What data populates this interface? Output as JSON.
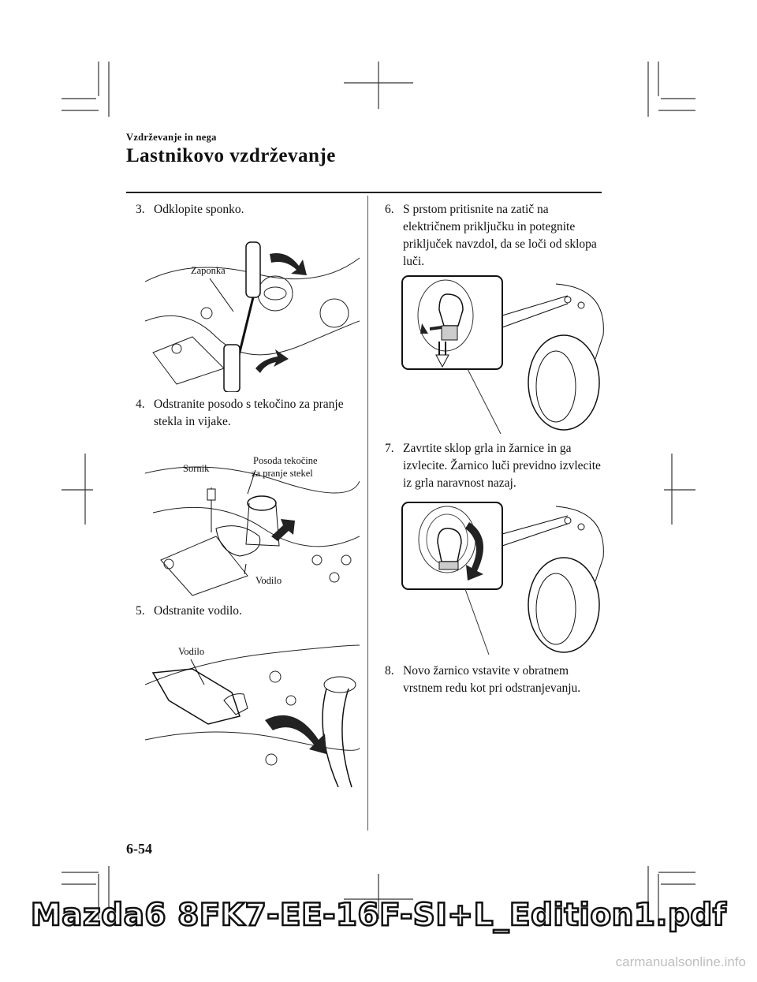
{
  "header": {
    "section": "Vzdrževanje in nega",
    "title": "Lastnikovo vzdrževanje"
  },
  "left_column": {
    "step3": {
      "num": "3.",
      "text": "Odklopite sponko.",
      "figure_label": "Zaponka"
    },
    "step4": {
      "num": "4.",
      "text": "Odstranite posodo s tekočino za pranje stekla in vijake.",
      "labels": [
        "Sornik",
        "Posoda tekočine",
        "za pranje stekel",
        "Vodilo"
      ]
    },
    "step5": {
      "num": "5.",
      "text": "Odstranite vodilo.",
      "figure_label": "Vodilo"
    }
  },
  "right_column": {
    "step6": {
      "num": "6.",
      "text": "S prstom pritisnite na zatič na električnem priključku in potegnite priključek navzdol, da se loči od sklopa luči."
    },
    "step7": {
      "num": "7.",
      "text": "Zavrtite sklop grla in žarnice in ga izvlecite. Žarnico luči previdno izvlecite iz grla naravnost nazaj."
    },
    "step8": {
      "num": "8.",
      "text": "Novo žarnico vstavite v obratnem vrstnem redu kot pri odstranjevanju."
    }
  },
  "page_number": "6-54",
  "footer_filename": "Mazda6 8FK7-EE-16F-SI+L_Edition1.pdf",
  "watermark": "carmanualsonline.info"
}
